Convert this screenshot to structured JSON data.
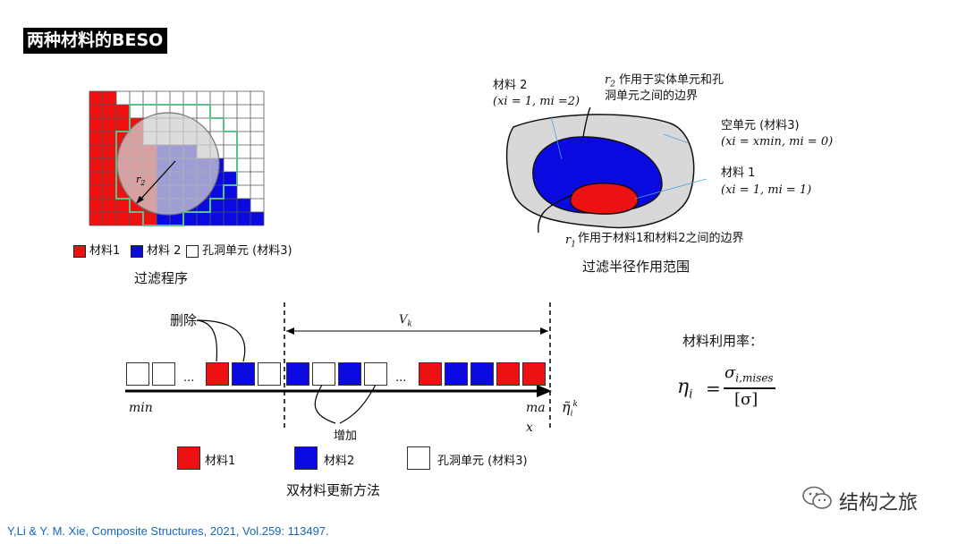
{
  "title": "两种材料的BESO",
  "filter_figure": {
    "radius_label": "r",
    "radius_sub": "2",
    "legend": [
      {
        "label": "材料1",
        "color": "#ee1111"
      },
      {
        "label": "材料 2",
        "color": "#0a0ae0"
      },
      {
        "label": "孔洞单元 (材料3)",
        "color": "#ffffff"
      }
    ],
    "caption": "过滤程序"
  },
  "region_figure": {
    "mat2_title": "材料 2",
    "mat2_props": "(xi = 1,  mi =2)",
    "r2_note_line1": "作用于实体单元和孔",
    "r2_note_line2": "洞单元之间的边界",
    "void_title": "空单元 (材料3)",
    "void_props": "(xi = xmin, mi = 0)",
    "mat1_title": "材料 1",
    "mat1_props": "(xi = 1,  mi = 1)",
    "r1_note": "作用于材料1和材料2之间的边界",
    "caption": "过滤半径作用范围"
  },
  "update_figure": {
    "delete_label": "删除",
    "add_label": "增加",
    "vk_label": "V",
    "vk_sub": "k",
    "ellipsis": "...",
    "min_label": "min",
    "max_label_1": "ma",
    "max_label_2": "x",
    "axis_symbol": "η̃",
    "squares": [
      "white",
      "white",
      "gap",
      "red",
      "blue",
      "white",
      "blue",
      "white",
      "blue",
      "white",
      "gap",
      "red",
      "blue",
      "blue",
      "red",
      "red"
    ],
    "legend": [
      {
        "label": "材料1",
        "color": "#ee1111"
      },
      {
        "label": "材料2",
        "color": "#0a0ae0"
      },
      {
        "label": "孔洞单元 (材料3)",
        "color": "#ffffff"
      }
    ],
    "caption": "双材料更新方法"
  },
  "formula": {
    "heading": "材料利用率：",
    "lhs": "η",
    "lhs_sub": "i",
    "numerator": "σ",
    "numerator_sub": "i,mises",
    "denominator": "[σ]"
  },
  "citation": "Y,Li & Y. M. Xie,    Composite Structures, 2021, Vol.259: 113497.",
  "brand": "结构之旅"
}
